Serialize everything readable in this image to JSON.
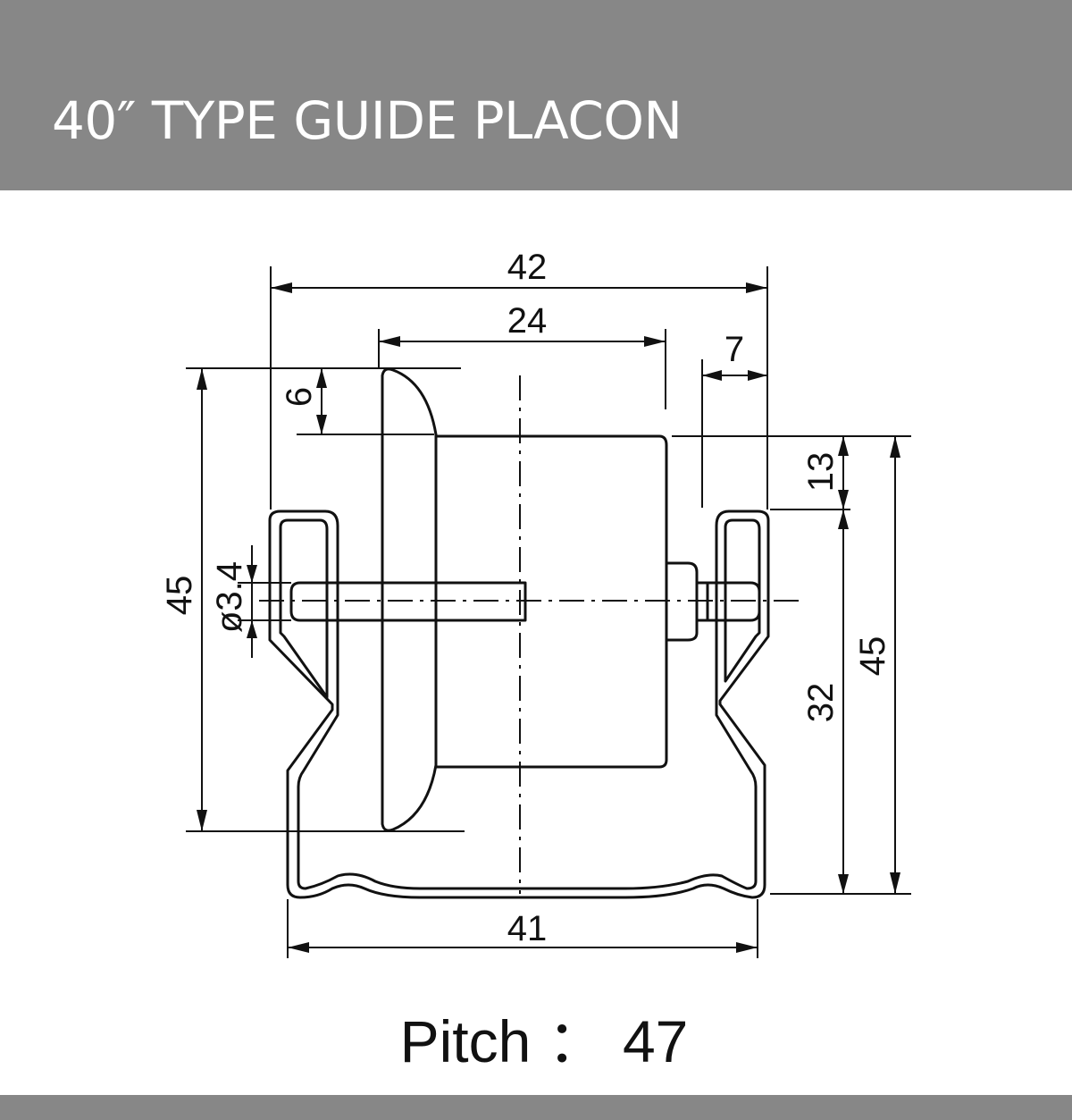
{
  "header": {
    "title": "40″ TYPE GUIDE PLACON"
  },
  "dimensions": {
    "overall_width": "42",
    "roller_width": "24",
    "side_gap": "7",
    "flange_step": "6",
    "roller_diameter": "45",
    "shaft_diameter": "ø3.4",
    "top_offset": "13",
    "rail_height": "32",
    "total_height": "45",
    "rail_width": "41"
  },
  "footer": {
    "pitch": "Pitch ： 47"
  },
  "colors": {
    "header_bg": "#878787",
    "line": "#111111",
    "header_text": "#ffffff"
  }
}
